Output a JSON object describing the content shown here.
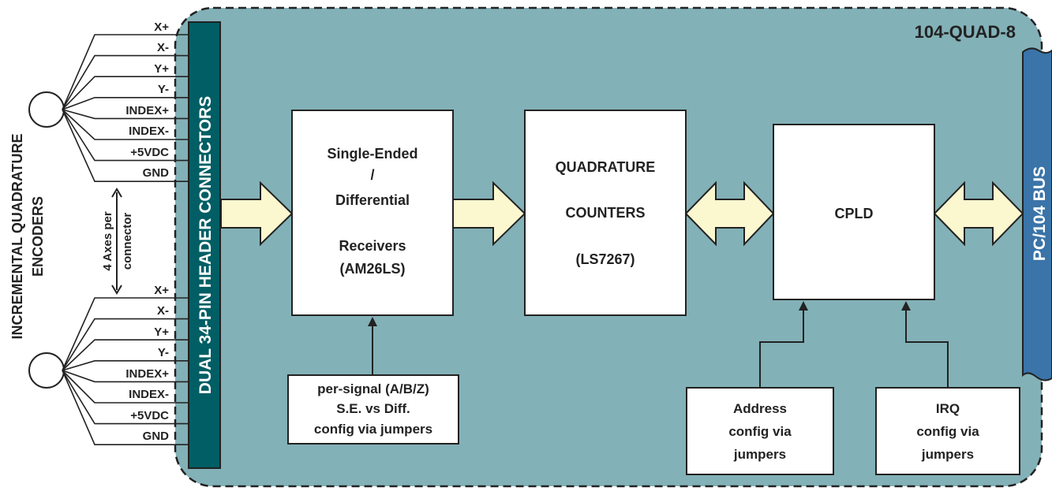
{
  "board": {
    "title": "104-QUAD-8"
  },
  "side_label": {
    "line1": "INCREMENTAL QUADRATURE",
    "line2": "ENCODERS"
  },
  "axes_note": {
    "line1": "4 Axes per",
    "line2": "connector"
  },
  "header_connector": {
    "label": "DUAL 34-PIN HEADER CONNECTORS"
  },
  "bus": {
    "label": "PC/104 BUS"
  },
  "encoder_top": {
    "pins": [
      "X+",
      "X-",
      "Y+",
      "Y-",
      "INDEX+",
      "INDEX-",
      "+5VDC",
      "GND"
    ]
  },
  "encoder_bottom": {
    "pins": [
      "X+",
      "X-",
      "Y+",
      "Y-",
      "INDEX+",
      "INDEX-",
      "+5VDC",
      "GND"
    ]
  },
  "blocks": {
    "receivers": {
      "line1": "Single-Ended",
      "line2": "/",
      "line3": "Differential",
      "line4": "Receivers",
      "line5": "(AM26LS)"
    },
    "counters": {
      "line1": "QUADRATURE",
      "line2": "COUNTERS",
      "line3": "(LS7267)"
    },
    "cpld": {
      "line1": "CPLD"
    },
    "signal_config": {
      "line1": "per-signal (A/B/Z)",
      "line2": "S.E. vs Diff.",
      "line3": "config via jumpers"
    },
    "address_config": {
      "line1": "Address",
      "line2": "config via",
      "line3": "jumpers"
    },
    "irq_config": {
      "line1": "IRQ",
      "line2": "config via",
      "line3": "jumpers"
    }
  },
  "colors": {
    "board_fill": "#82b1b7",
    "header_fill": "#005e64",
    "bus_fill": "#3a74a8",
    "arrow_fill": "#fbf7cf",
    "block_fill": "#ffffff",
    "line": "#222222"
  }
}
